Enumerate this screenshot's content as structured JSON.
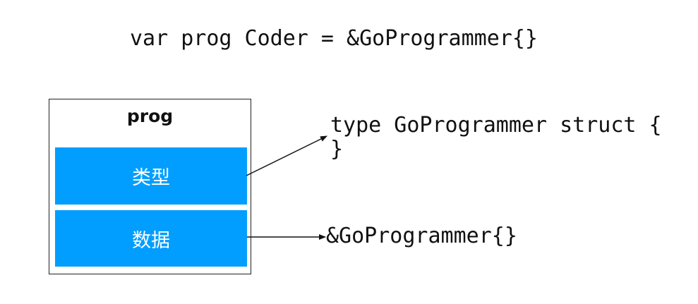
{
  "code_line": "var prog Coder = &GoProgrammer{}",
  "box": {
    "label": "prog",
    "type_cell": "类型",
    "data_cell": "数据"
  },
  "targets": {
    "struct_line1": "type GoProgrammer struct {",
    "struct_line2": "}",
    "data_value": "&GoProgrammer{}"
  },
  "colors": {
    "cell_fill": "#029eff",
    "text": "#111111",
    "border": "#222222"
  }
}
